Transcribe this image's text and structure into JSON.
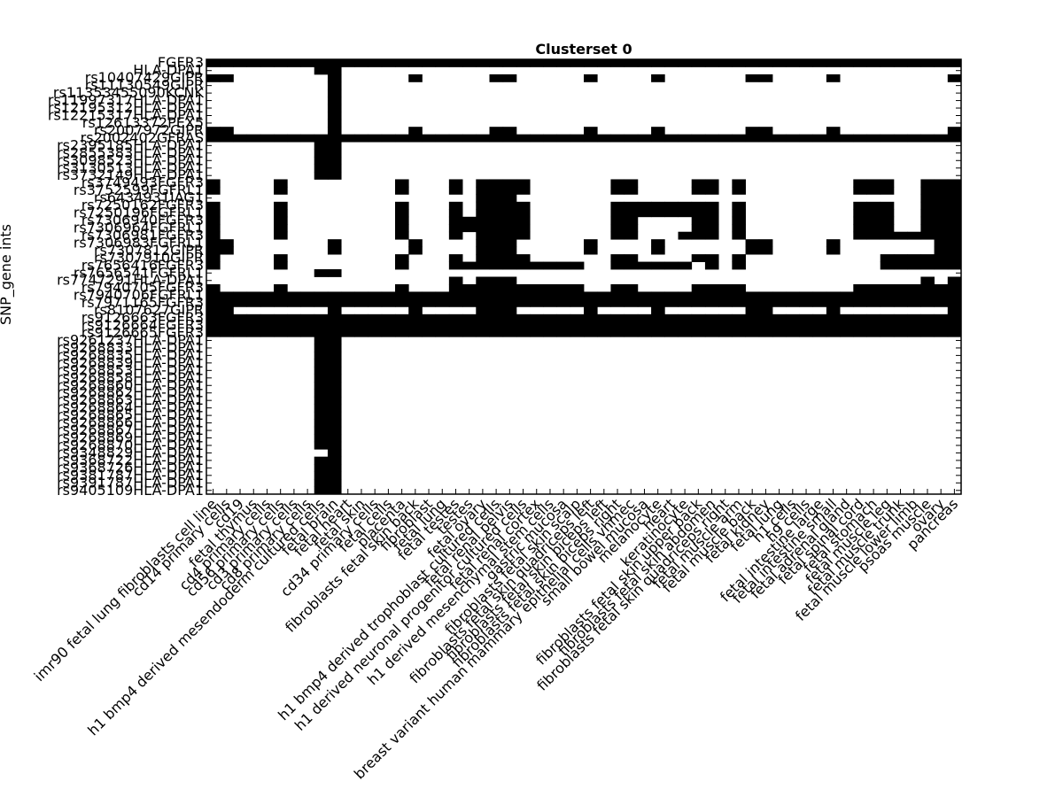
{
  "chart_data": {
    "type": "heatmap",
    "title": "Clusterset 0",
    "ylabel": "SNP_gene ints",
    "xlabel": "",
    "grid": false,
    "colors": {
      "active": "#000000",
      "inactive": "#ffffff"
    },
    "rows": [
      "FGFR3",
      "HLA-DPA1",
      "rs10407429GIPR",
      "rs11130549GIPR",
      "rs11353455090KCNK",
      "rs11997317HLA-DPA1",
      "rs12195312HLA-DPA1",
      "rs12215317HLA-DPA1",
      "rs12613372PEX5",
      "rs2007972GIPR",
      "rs2002402GFRAS",
      "rs2395185HLA-DPA1",
      "rs2855383HLA-DPA1",
      "rs3098523HLA-DPA1",
      "rs3130513HLA-DPA1",
      "rs3732149HLA-DPA1",
      "rs3749493FGFR3",
      "rs3752599FGFRL1",
      "rs6434931IAG1",
      "rs7250162FGFR3",
      "rs7250196FGFRL1",
      "rs7306940FGFR3",
      "rs7306964FGFRL1",
      "rs7306981FGFR3",
      "rs7306983FGFRL1",
      "rs7307812GIPR",
      "rs7307910GIPR",
      "rs7656416FGFR3",
      "rs7656541FGFRL1",
      "rs7747291HLA-DPA1",
      "rs7940705FGFR3",
      "rs7940706FGFRL1",
      "rs7971165FGFR3",
      "rs8107627GIPR",
      "rs9126663FGFR3",
      "rs9126664FGFR3",
      "rs9126665FGFR3",
      "rs9261237HLA-DPA1",
      "rs9268833HLA-DPA1",
      "rs9268835HLA-DPA1",
      "rs9268839HLA-DPA1",
      "rs9268853HLA-DPA1",
      "rs9268858HLA-DPA1",
      "rs9268860HLA-DPA1",
      "rs9268862HLA-DPA1",
      "rs9268863HLA-DPA1",
      "rs9268864HLA-DPA1",
      "rs9268865HLA-DPA1",
      "rs9268866HLA-DPA1",
      "rs9268867HLA-DPA1",
      "rs9268869HLA-DPA1",
      "rs9268870HLA-DPA1",
      "rs9348829HLA-DPA1",
      "rs9368722HLA-DPA1",
      "rs9368726HLA-DPA1",
      "rs9381787HLA-DPA1",
      "rs9391787HLA-DPA1",
      "rs9405109HLA-DPA1"
    ],
    "columns": [
      "imr90 fetal lung fibroblasts cell line",
      "cd14 primary cells",
      "cd19",
      "fetal thymus",
      "cd4 primary cells",
      "cd56 primary cells",
      "cd3 primary cells",
      "cd8 primary cells",
      "h1 bmp4 derived mesendoderm cultured cells",
      "fetal brain",
      "fetal heart",
      "fetal skin",
      "cd34 primary cells",
      "fetal cells",
      "placenta",
      "fibroblasts fetal skin back",
      "fibroblast",
      "fetal lung",
      "fetal testes",
      "testes",
      "fetal ovary",
      "h1 bmp4 derived trophoblast cultured cells",
      "fetal renal pelvis",
      "h1 derived neuronal progenitor cultured cells",
      "fetal renal cortex",
      "h1 derived mesenchymal stem cells",
      "gastric mucosa",
      "fibroblasts fetal skin scalp",
      "fibroblasts fetal skin quadriceps left",
      "fibroblasts fetal skin biceps left",
      "fibroblasts fetal skin biceps right",
      "breast variant human mammary epithelial cells vhmec",
      "small bowel mucosa",
      "melanocyte",
      "heart",
      "keratinocyte",
      "fibroblasts fetal skin upper back",
      "fibroblasts fetal skin abdomen",
      "fibroblasts fetal skin quadriceps right",
      "fetal muscle arm",
      "fetal muscle back",
      "fetal kidney",
      "fetal lung",
      "h1 cells",
      "h9 cells",
      "fetal intestine large",
      "fetal intestine small",
      "fetal adrenal gland",
      "fetal spinal cord",
      "fetal stomach",
      "fetal muscle leg",
      "fetal muscle trunk",
      "fetal muscle lower limb",
      "psoas muscle",
      "ovary",
      "pancreas"
    ],
    "full_rows": [
      0,
      10,
      32,
      34,
      35,
      36
    ],
    "row_cells": {
      "1": [
        8,
        9
      ],
      "2": [
        0,
        1,
        9,
        15,
        21,
        22,
        28,
        33,
        40,
        41,
        46,
        55
      ],
      "3": [
        9
      ],
      "4": [
        9
      ],
      "5": [
        9
      ],
      "6": [
        9
      ],
      "7": [
        9
      ],
      "8": [
        9
      ],
      "9": [
        0,
        1,
        9,
        15,
        21,
        22,
        28,
        33,
        40,
        41,
        46,
        55
      ],
      "11": [
        8,
        9
      ],
      "12": [
        8,
        9
      ],
      "13": [
        8,
        9
      ],
      "14": [
        8,
        9
      ],
      "15": [
        8,
        9
      ],
      "16": [
        0,
        5,
        14,
        18,
        20,
        21,
        22,
        23,
        30,
        31,
        36,
        37,
        39,
        48,
        49,
        50,
        53,
        54,
        55
      ],
      "17": [
        0,
        5,
        14,
        18,
        20,
        21,
        22,
        23,
        30,
        31,
        36,
        37,
        39,
        48,
        49,
        50,
        53,
        54,
        55
      ],
      "18": [
        20,
        21,
        22,
        53,
        54,
        55
      ],
      "19": [
        0,
        5,
        14,
        18,
        20,
        21,
        22,
        23,
        30,
        31,
        32,
        33,
        34,
        35,
        36,
        37,
        39,
        48,
        49,
        50,
        53,
        54,
        55
      ],
      "20": [
        0,
        5,
        14,
        18,
        20,
        21,
        22,
        23,
        30,
        31,
        32,
        33,
        34,
        35,
        36,
        37,
        39,
        48,
        49,
        50,
        53,
        54,
        55
      ],
      "21": [
        0,
        5,
        14,
        18,
        19,
        20,
        21,
        22,
        23,
        30,
        31,
        36,
        37,
        39,
        48,
        49,
        50,
        53,
        54,
        55
      ],
      "22": [
        0,
        5,
        14,
        18,
        19,
        20,
        21,
        22,
        23,
        30,
        31,
        36,
        37,
        39,
        48,
        49,
        50,
        53,
        54,
        55
      ],
      "23": [
        0,
        5,
        14,
        18,
        20,
        21,
        22,
        23,
        30,
        31,
        35,
        36,
        37,
        39,
        48,
        49,
        50,
        51,
        52,
        53,
        54,
        55
      ],
      "24": [
        0,
        1,
        9,
        15,
        20,
        21,
        22,
        28,
        33,
        40,
        41,
        46,
        54,
        55
      ],
      "25": [
        0,
        1,
        9,
        15,
        20,
        21,
        22,
        28,
        33,
        40,
        41,
        46,
        54,
        55
      ],
      "26": [
        0,
        5,
        14,
        18,
        20,
        21,
        22,
        23,
        30,
        31,
        36,
        37,
        39,
        50,
        51,
        52,
        53,
        54,
        55
      ],
      "27": [
        0,
        5,
        14,
        18,
        19,
        20,
        21,
        22,
        23,
        24,
        25,
        26,
        27,
        30,
        31,
        32,
        33,
        34,
        35,
        37,
        39,
        50,
        51,
        52,
        53,
        54,
        55
      ],
      "28": [
        8,
        9
      ],
      "29": [
        18,
        20,
        21,
        22,
        53,
        55
      ],
      "30": [
        0,
        5,
        14,
        18,
        19,
        20,
        21,
        22,
        23,
        24,
        25,
        26,
        27,
        30,
        31,
        36,
        37,
        38,
        39,
        48,
        49,
        50,
        51,
        52,
        53,
        54,
        55
      ],
      "31": [
        0,
        1,
        2,
        3,
        4,
        5,
        6,
        7,
        8,
        9,
        10,
        11,
        12,
        13,
        14,
        15,
        16,
        17,
        18,
        19,
        20,
        21,
        22,
        23,
        24,
        25,
        26,
        27,
        28,
        29,
        30,
        31,
        32,
        33,
        34,
        35,
        36,
        37,
        38,
        39,
        40,
        41,
        42,
        43,
        44,
        45,
        46,
        47,
        48,
        49,
        50,
        51,
        52,
        53,
        54,
        55
      ],
      "33": [
        0,
        1,
        9,
        15,
        20,
        21,
        22,
        28,
        33,
        40,
        41,
        46,
        55
      ],
      "37": [
        8,
        9
      ],
      "38": [
        8,
        9
      ],
      "39": [
        8,
        9
      ],
      "40": [
        8,
        9
      ],
      "41": [
        8,
        9
      ],
      "42": [
        8,
        9
      ],
      "43": [
        8,
        9
      ],
      "44": [
        8,
        9
      ],
      "45": [
        8,
        9
      ],
      "46": [
        8,
        9
      ],
      "47": [
        8,
        9
      ],
      "48": [
        8,
        9
      ],
      "49": [
        8,
        9
      ],
      "50": [
        8,
        9
      ],
      "51": [
        8,
        9
      ],
      "52": [
        9
      ],
      "53": [
        8,
        9
      ],
      "54": [
        8,
        9
      ],
      "55": [
        8,
        9
      ],
      "56": [
        8,
        9
      ],
      "57": [
        8,
        9
      ]
    }
  }
}
